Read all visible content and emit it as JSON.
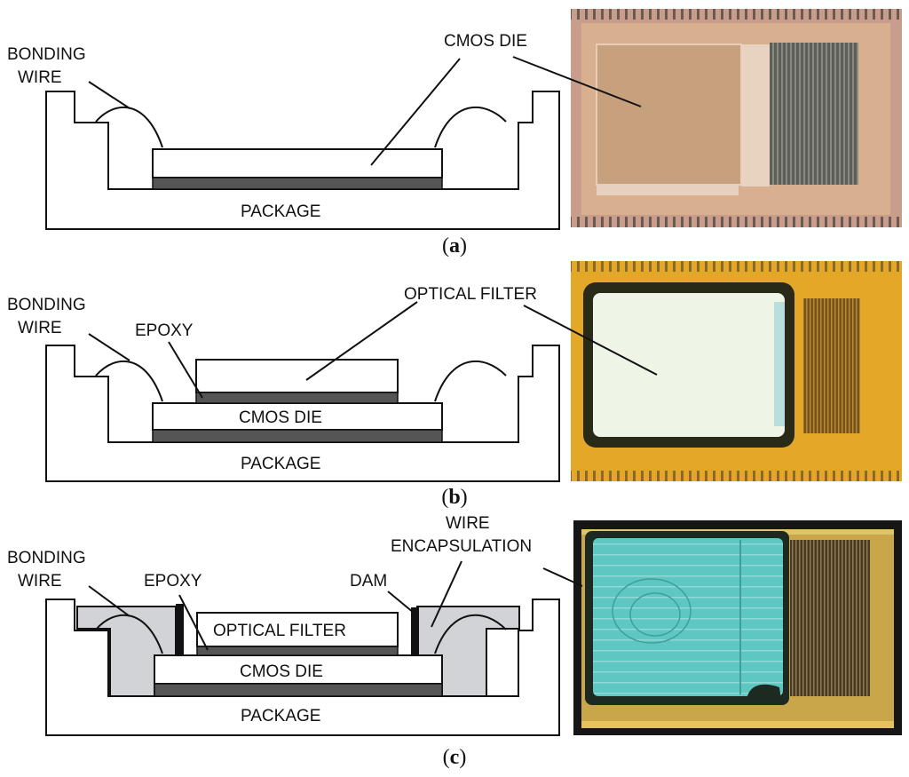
{
  "panels": [
    {
      "caption_letter": "a",
      "labels": {
        "bonding_wire_1": "BONDING",
        "bonding_wire_2": "WIRE",
        "cmos_die": "CMOS DIE",
        "package": "PACKAGE"
      }
    },
    {
      "caption_letter": "b",
      "labels": {
        "bonding_wire_1": "BONDING",
        "bonding_wire_2": "WIRE",
        "epoxy": "EPOXY",
        "optical_filter": "OPTICAL FILTER",
        "cmos_die": "CMOS DIE",
        "package": "PACKAGE"
      }
    },
    {
      "caption_letter": "c",
      "labels": {
        "bonding_wire_1": "BONDING",
        "bonding_wire_2": "WIRE",
        "epoxy": "EPOXY",
        "dam": "DAM",
        "wire_encapsulation_1": "WIRE",
        "wire_encapsulation_2": "ENCAPSULATION",
        "optical_filter": "OPTICAL FILTER",
        "cmos_die": "CMOS DIE",
        "package": "PACKAGE"
      }
    }
  ],
  "colors": {
    "glue_layer": "#555555",
    "encapsulation": "#d2d3d6",
    "photo_a_die": "#d9b08f",
    "photo_b_frame": "#e3a828",
    "photo_b_filter": "#eef4e6",
    "photo_c_background": "#161616",
    "photo_c_filter": "#5ec7c2"
  }
}
